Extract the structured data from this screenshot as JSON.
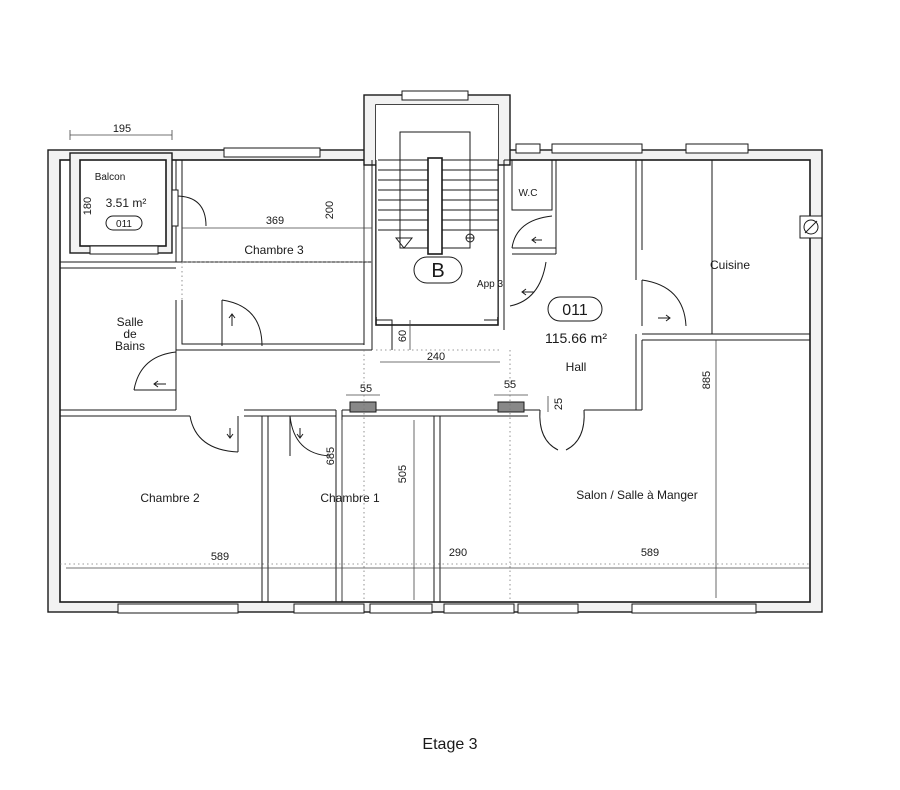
{
  "floor_label": "Etage 3",
  "rooms": {
    "balcon": "Balcon",
    "balcon_area": "3.51 m²",
    "balcon_id": "011",
    "chambre3": "Chambre 3",
    "sdb_line1": "Salle",
    "sdb_line2": "de",
    "sdb_line3": "Bains",
    "chambre2": "Chambre 2",
    "chambre1": "Chambre 1",
    "wc": "W.C",
    "cuisine": "Cuisine",
    "hall": "Hall",
    "salon": "Salon / Salle à Manger",
    "app": "App 3",
    "stair_badge": "B",
    "apt_id": "011",
    "apt_area": "115.66 m²"
  },
  "dimensions": {
    "d195": "195",
    "d180": "180",
    "d369": "369",
    "d200": "200",
    "d60": "60",
    "d240": "240",
    "d55a": "55",
    "d55b": "55",
    "d25": "25",
    "d685": "685",
    "d505": "505",
    "d885": "885",
    "d589a": "589",
    "d290": "290",
    "d589b": "589"
  }
}
